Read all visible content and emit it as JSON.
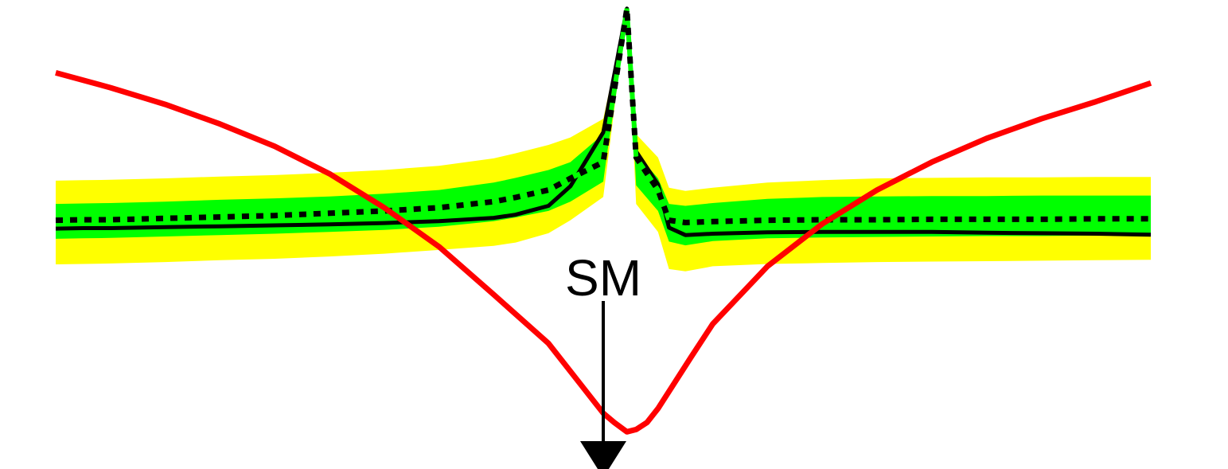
{
  "chart_data": {
    "type": "line",
    "title": "",
    "xlabel": "",
    "ylabel": "",
    "x": [
      0,
      0.025,
      0.05,
      0.1,
      0.15,
      0.2,
      0.25,
      0.3,
      0.35,
      0.4,
      0.42,
      0.45,
      0.47,
      0.5,
      0.5216,
      0.53,
      0.55,
      0.56,
      0.575,
      0.6,
      0.65,
      0.7,
      0.75,
      0.8,
      0.85,
      0.9,
      0.95,
      1
    ],
    "xlim": [
      0,
      1
    ],
    "ylim": [
      0,
      1
    ],
    "band_2sigma": {
      "color": "#ffff00",
      "lower": [
        0.44,
        0.441,
        0.442,
        0.445,
        0.449,
        0.452,
        0.457,
        0.463,
        0.471,
        0.48,
        0.487,
        0.507,
        0.535,
        0.585,
        0.99,
        0.57,
        0.51,
        0.43,
        0.425,
        0.436,
        0.441,
        0.443,
        0.445,
        0.446,
        0.447,
        0.448,
        0.449,
        0.45
      ],
      "upper": [
        0.62,
        0.621,
        0.622,
        0.625,
        0.629,
        0.632,
        0.637,
        0.643,
        0.652,
        0.668,
        0.679,
        0.697,
        0.713,
        0.753,
        0.99,
        0.72,
        0.67,
        0.605,
        0.598,
        0.605,
        0.616,
        0.621,
        0.625,
        0.626,
        0.627,
        0.627,
        0.628,
        0.628
      ]
    },
    "band_1sigma": {
      "color": "#00ff00",
      "lower": [
        0.495,
        0.496,
        0.497,
        0.5,
        0.503,
        0.506,
        0.51,
        0.514,
        0.521,
        0.533,
        0.541,
        0.555,
        0.575,
        0.618,
        0.99,
        0.61,
        0.555,
        0.489,
        0.481,
        0.49,
        0.496,
        0.498,
        0.499,
        0.5,
        0.501,
        0.501,
        0.502,
        0.503
      ],
      "upper": [
        0.57,
        0.571,
        0.572,
        0.575,
        0.579,
        0.582,
        0.586,
        0.592,
        0.6,
        0.616,
        0.626,
        0.643,
        0.66,
        0.72,
        0.99,
        0.68,
        0.625,
        0.57,
        0.566,
        0.572,
        0.581,
        0.585,
        0.586,
        0.587,
        0.587,
        0.588,
        0.588,
        0.588
      ]
    },
    "series": [
      {
        "color": "#ff0000",
        "style": "solid",
        "x": [
          0,
          0.05,
          0.1,
          0.15,
          0.2,
          0.25,
          0.3,
          0.35,
          0.4,
          0.45,
          0.48,
          0.5,
          0.51,
          0.5216,
          0.53,
          0.54,
          0.55,
          0.58,
          0.6,
          0.65,
          0.7,
          0.75,
          0.8,
          0.85,
          0.9,
          0.95,
          1
        ],
        "values": [
          0.852,
          0.82,
          0.784,
          0.742,
          0.694,
          0.635,
          0.562,
          0.478,
          0.375,
          0.27,
          0.18,
          0.12,
          0.1,
          0.08,
          0.085,
          0.1,
          0.13,
          0.24,
          0.312,
          0.436,
          0.527,
          0.6,
          0.66,
          0.711,
          0.753,
          0.79,
          0.83
        ]
      },
      {
        "color": "#000000",
        "style": "solid",
        "x": [
          0,
          0.025,
          0.05,
          0.1,
          0.15,
          0.2,
          0.25,
          0.3,
          0.35,
          0.4,
          0.42,
          0.45,
          0.47,
          0.5,
          0.5216,
          0.53,
          0.55,
          0.56,
          0.575,
          0.6,
          0.65,
          0.7,
          0.75,
          0.8,
          0.85,
          0.9,
          0.95,
          1
        ],
        "values": [
          0.517,
          0.518,
          0.518,
          0.52,
          0.522,
          0.524,
          0.526,
          0.529,
          0.533,
          0.54,
          0.547,
          0.566,
          0.608,
          0.724,
          0.99,
          0.683,
          0.612,
          0.519,
          0.503,
          0.506,
          0.509,
          0.51,
          0.51,
          0.51,
          0.508,
          0.507,
          0.506,
          0.504
        ]
      },
      {
        "color": "#000000",
        "style": "dotted",
        "x": [
          0,
          0.025,
          0.05,
          0.1,
          0.15,
          0.2,
          0.25,
          0.3,
          0.35,
          0.4,
          0.42,
          0.45,
          0.47,
          0.5,
          0.5216,
          0.53,
          0.55,
          0.56,
          0.575,
          0.6,
          0.65,
          0.7,
          0.75,
          0.8,
          0.85,
          0.9,
          0.95,
          1
        ],
        "values": [
          0.535,
          0.536,
          0.536,
          0.539,
          0.542,
          0.545,
          0.55,
          0.555,
          0.562,
          0.575,
          0.584,
          0.6,
          0.625,
          0.66,
          0.99,
          0.67,
          0.6,
          0.535,
          0.53,
          0.532,
          0.535,
          0.536,
          0.536,
          0.537,
          0.537,
          0.537,
          0.538,
          0.538
        ],
        "overlay_color": "#00ff00"
      }
    ],
    "annotations": [
      {
        "text": "SM",
        "x": 0.5,
        "arrow": "down"
      }
    ],
    "grid": false,
    "legend": "none"
  }
}
